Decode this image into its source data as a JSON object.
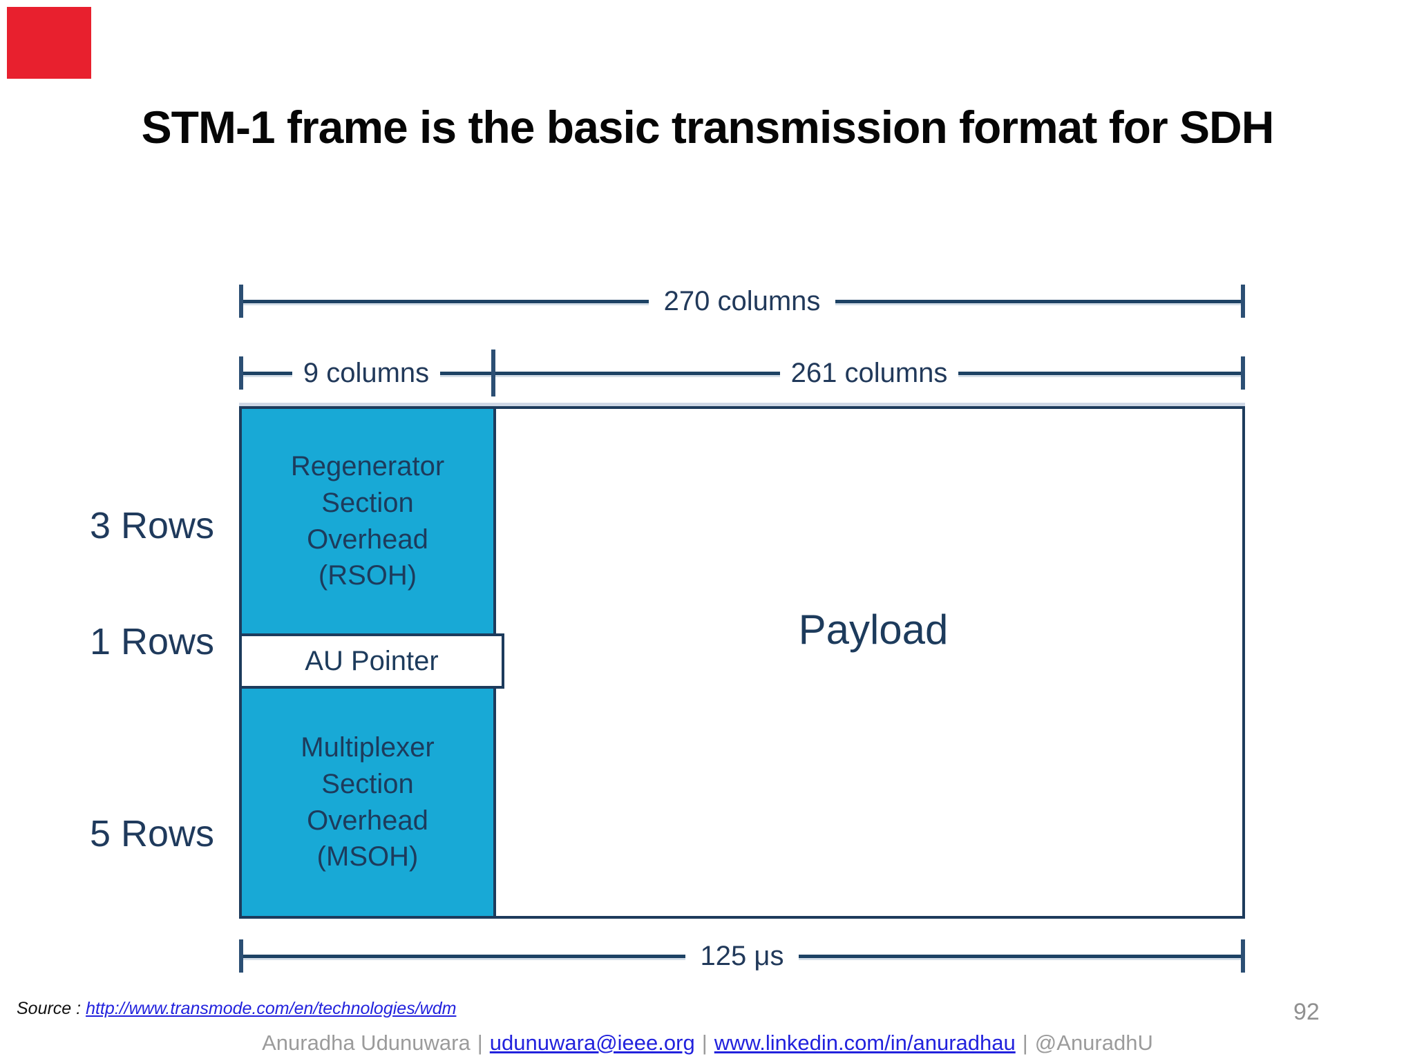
{
  "slide": {
    "title": "STM-1 frame is the basic transmission format for SDH",
    "page_number": "92"
  },
  "source": {
    "prefix": "Source : ",
    "url": "http://www.transmode.com/en/technologies/wdm"
  },
  "footer": {
    "name": "Anuradha Udunuwara",
    "separator": "|",
    "email": "udunuwara@ieee.org",
    "linkedin": "www.linkedin.com/in/anuradhau",
    "handle": "@AnuradhU"
  },
  "diagram": {
    "dimensions": {
      "total_columns": "270 columns",
      "overhead_columns": "9 columns",
      "payload_columns": "261 columns",
      "frame_duration": "125 μs"
    },
    "row_labels": {
      "rsoh": "3 Rows",
      "au": "1 Rows",
      "msoh": "5 Rows"
    },
    "blocks": {
      "rsoh": "Regenerator Section Overhead (RSOH)",
      "au_pointer": "AU Pointer",
      "msoh": "Multiplexer Section Overhead (MSOH)",
      "payload": "Payload"
    },
    "colors": {
      "overhead_fill": "#18a9d6",
      "outline_navy": "#1d3b5c",
      "accent_red": "#e8202e",
      "link_blue": "#2222dd",
      "footer_gray": "#9b9b9b"
    }
  }
}
